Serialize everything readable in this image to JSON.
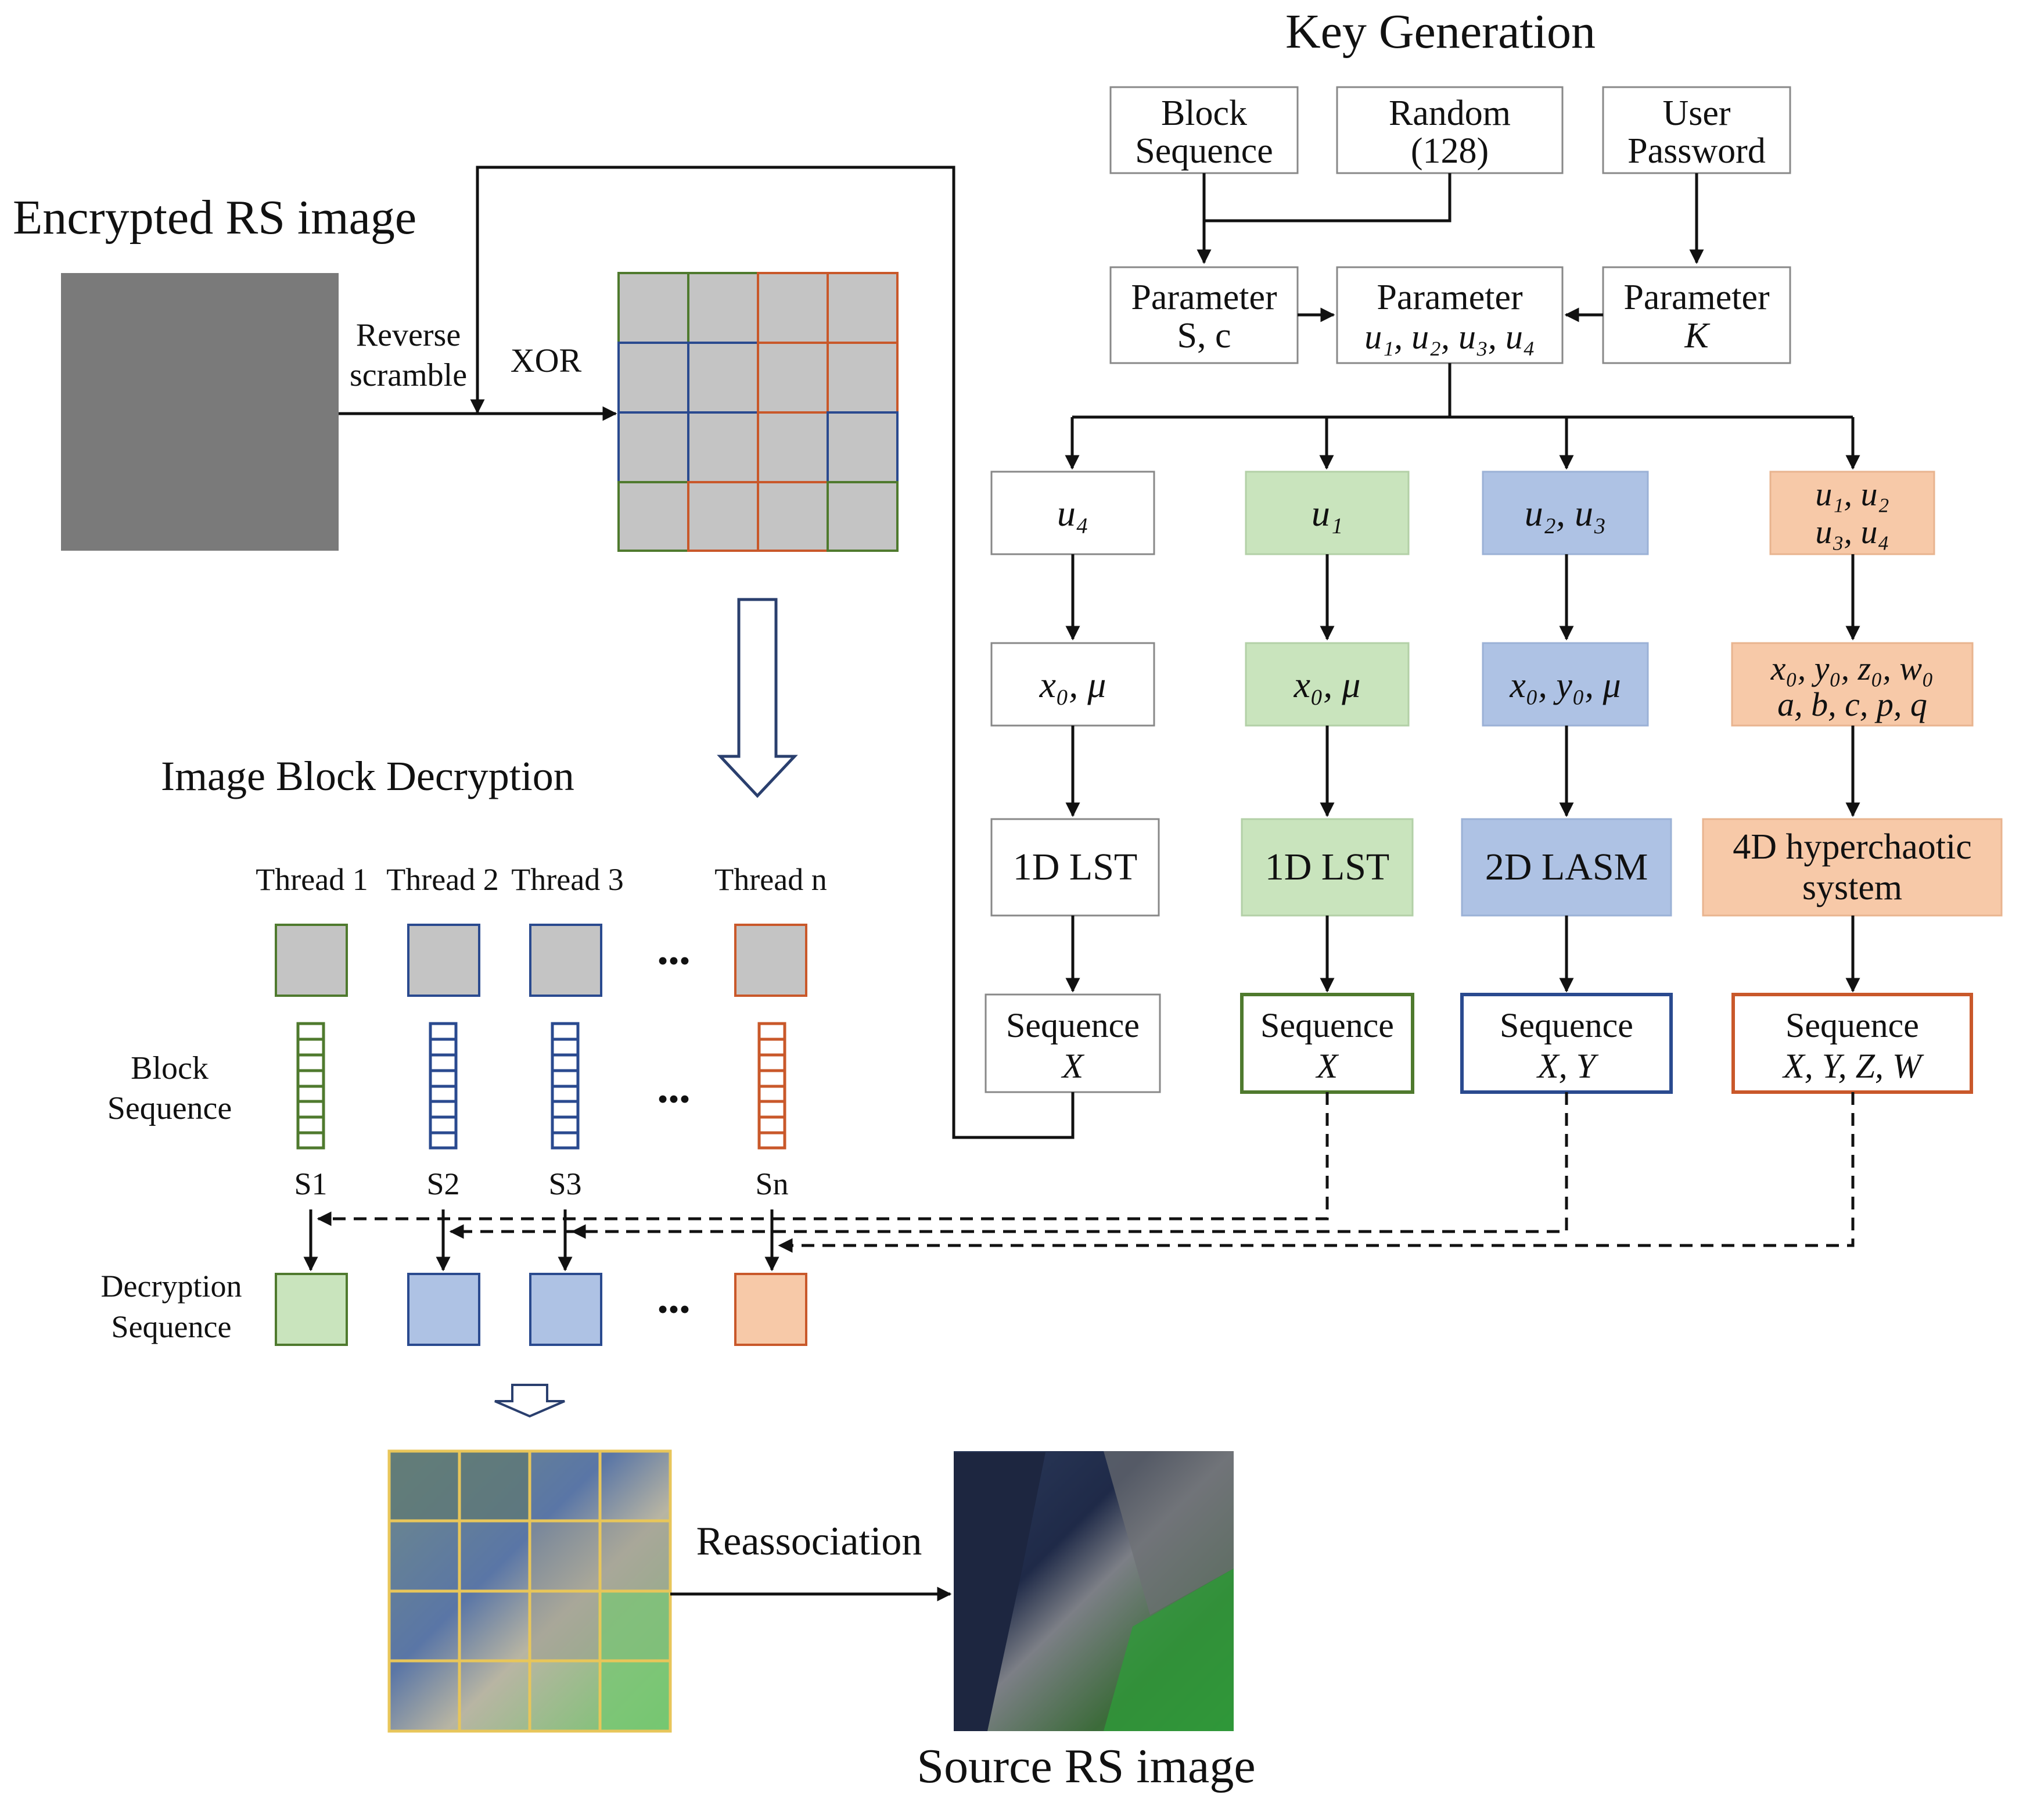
{
  "titles": {
    "key_generation": "Key Generation",
    "encrypted_image": "Encrypted RS image",
    "block_decryption": "Image Block Decryption",
    "source_image": "Source RS image"
  },
  "labels": {
    "reverse_1": "Reverse",
    "reverse_2": "scramble",
    "xor": "XOR",
    "reassociation": "Reassociation",
    "block_seq_1": "Block",
    "block_seq_2": "Sequence",
    "decrypt_seq_1": "Decryption",
    "decrypt_seq_2": "Sequence",
    "dots": "•••"
  },
  "inputs": {
    "block": [
      "Block",
      "Sequence"
    ],
    "random": [
      "Random",
      "(128)"
    ],
    "user": [
      "User",
      "Password"
    ]
  },
  "params": {
    "sc": [
      "Parameter",
      "S, c"
    ],
    "u": [
      "Parameter",
      "u₁, u₂, u₃, u₄"
    ],
    "k": [
      "Parameter",
      "K"
    ]
  },
  "chains": [
    {
      "key": "u₄",
      "init": "x₀, μ",
      "map": "1D LST",
      "seq": [
        "Sequence",
        "X"
      ]
    },
    {
      "key": "u₁",
      "init": "x₀, μ",
      "map": "1D LST",
      "seq": [
        "Sequence",
        "X"
      ]
    },
    {
      "key": "u₂, u₃",
      "init": "x₀, y₀, μ",
      "map": "2D LASM",
      "seq": [
        "Sequence",
        "X, Y"
      ]
    },
    {
      "key": "u₁, u₂",
      "key2": "u₃, u₄",
      "init": "x₀, y₀, z₀, w₀",
      "init2": "a, b, c, p, q",
      "map": "4D hyperchaotic",
      "map2": "system",
      "seq": [
        "Sequence",
        "X, Y, Z, W"
      ]
    }
  ],
  "threads": [
    "Thread 1",
    "Thread 2",
    "Thread 3",
    "Thread n"
  ],
  "seq_labels": [
    "S1",
    "S2",
    "S3",
    "Sn"
  ],
  "colors": {
    "green_border": "#4f7a2e",
    "green_fill": "#c9e4bd",
    "blue_border": "#2a4a8f",
    "blue_fill": "#aec2e4",
    "orange_border": "#c9582a",
    "orange_fill": "#f7c9a8",
    "gray_fill": "#c4c4c4",
    "encrypted_gray": "#7a7a7a",
    "grid_yellow": "#e8c65a"
  }
}
